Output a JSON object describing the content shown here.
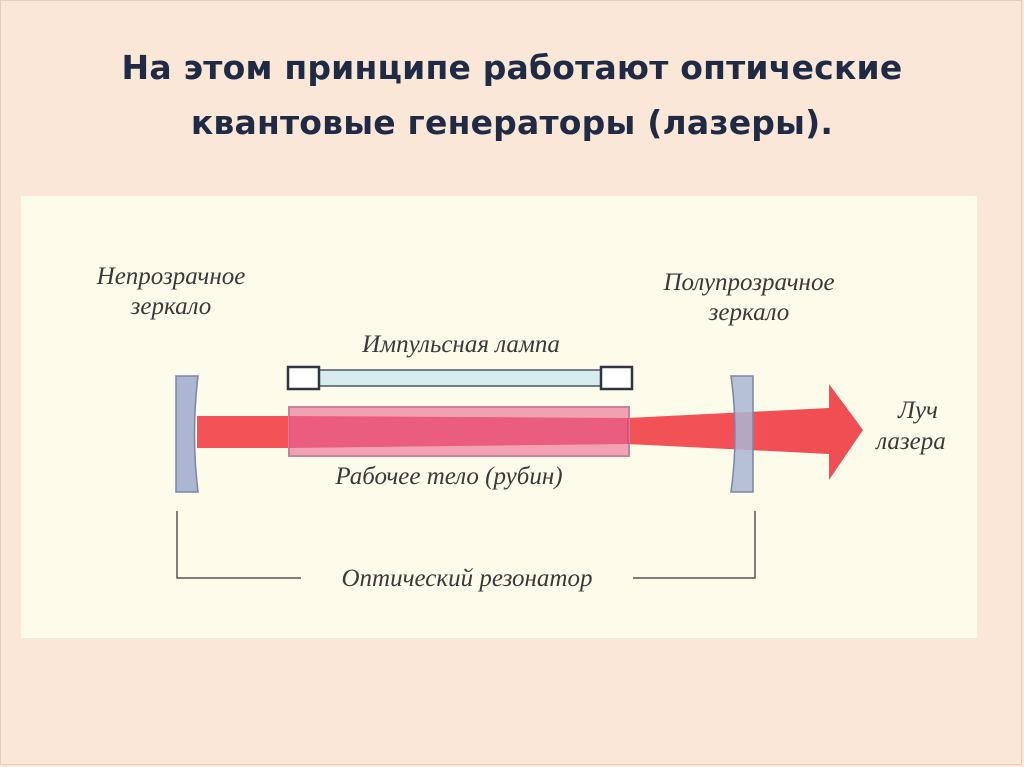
{
  "slide": {
    "title_line1": "На этом принципе работают оптические",
    "title_line2": "квантовые генераторы (лазеры)."
  },
  "diagram": {
    "labels": {
      "opaque_mirror_line1": "Непрозрачное",
      "opaque_mirror_line2": "зеркало",
      "semi_mirror_line1": "Полупрозрачное",
      "semi_mirror_line2": "зеркало",
      "flash_lamp": "Импульсная лампа",
      "working_body": "Рабочее тело (рубин)",
      "beam_line1": "Луч",
      "beam_line2": "лазера",
      "resonator": "Оптический резонатор"
    },
    "colors": {
      "background": "#fbe7d8",
      "panel": "#fdfbea",
      "beam": "#f0444c",
      "rod_fill": "#e85a84",
      "rod_border": "#c9829b",
      "mirror_fill": "#aab6d2",
      "mirror_stroke": "#7a86a6",
      "lamp_fill": "#d6ecef",
      "title": "#1f2a44"
    }
  }
}
